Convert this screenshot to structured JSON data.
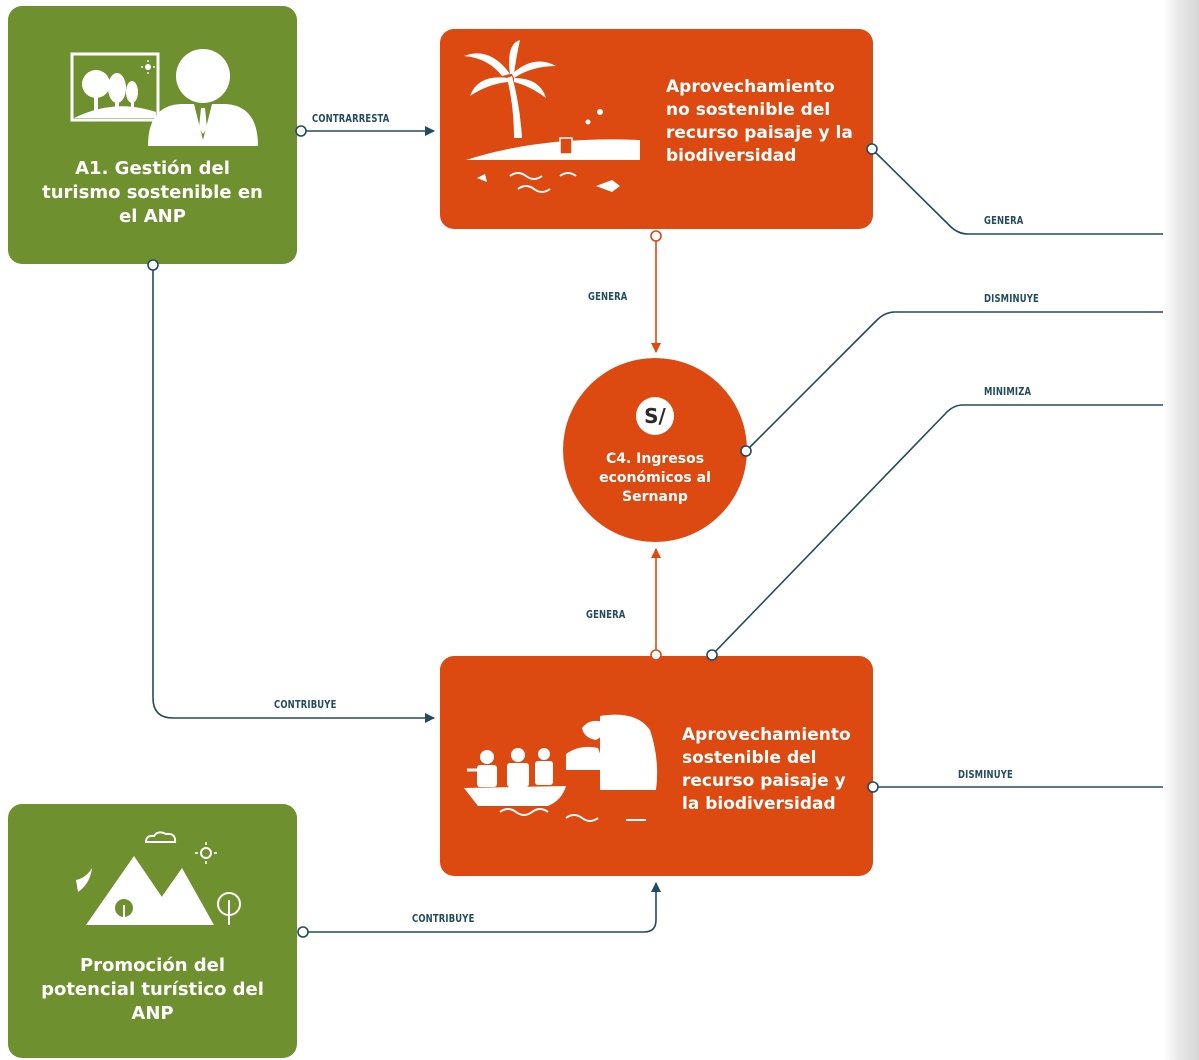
{
  "nodes": {
    "a1": {
      "label": "A1. Gestión del turismo sostenible en el ANP",
      "color": "#6e902f"
    },
    "promocion": {
      "label": "Promoción del potencial turístico del ANP",
      "color": "#6e902f"
    },
    "no_sostenible": {
      "label": "Aprovechamiento no sostenible del recurso paisaje y la biodiversidad",
      "color": "#dc4a12"
    },
    "sostenible": {
      "label": "Aprovechamiento sostenible del recurso paisaje y la biodiversidad",
      "color": "#dc4a12"
    },
    "c4": {
      "label": "C4. Ingresos económicos al Sernanp",
      "icon_text": "S/",
      "color": "#dc4a12"
    }
  },
  "edges": {
    "contrarresta": "CONTRARRESTA",
    "genera_top_right": "GENERA",
    "genera_down": "GENERA",
    "disminuye_c4": "DISMINUYE",
    "minimiza": "MINIMIZA",
    "genera_up": "GENERA",
    "contribuye_a1": "CONTRIBUYE",
    "disminuye_sost": "DISMINUYE",
    "contribuye_promo": "CONTRIBUYE"
  },
  "colors": {
    "connector": "#234b5e",
    "connector_orange": "#dc4a12"
  }
}
